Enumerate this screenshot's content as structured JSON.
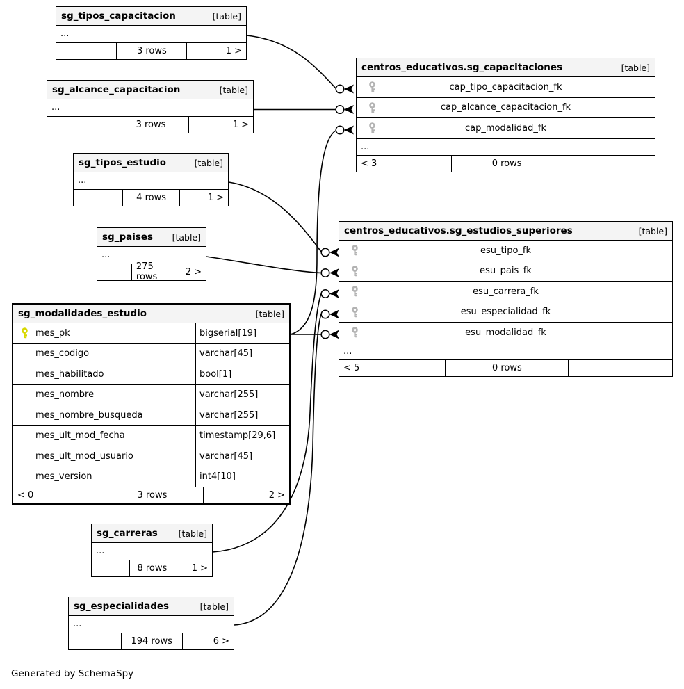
{
  "footer_note": "Generated by SchemaSpy",
  "badge_label": "[table]",
  "colors": {
    "header_bg": "#f4f4f4",
    "border": "#000000",
    "pk_key": "#d8d800",
    "fk_key": "#b3b3b3"
  },
  "tables": {
    "sg_tipos_capacitacion": {
      "title": "sg_tipos_capacitacion",
      "ellipsis": "...",
      "footer": {
        "left": "",
        "center": "3 rows",
        "right": "1 >"
      }
    },
    "sg_alcance_capacitacion": {
      "title": "sg_alcance_capacitacion",
      "ellipsis": "...",
      "footer": {
        "left": "",
        "center": "3 rows",
        "right": "1 >"
      }
    },
    "sg_tipos_estudio": {
      "title": "sg_tipos_estudio",
      "ellipsis": "...",
      "footer": {
        "left": "",
        "center": "4 rows",
        "right": "1 >"
      }
    },
    "sg_paises": {
      "title": "sg_paises",
      "ellipsis": "...",
      "footer": {
        "left": "",
        "center": "275 rows",
        "right": "2 >"
      }
    },
    "sg_modalidades_estudio": {
      "title": "sg_modalidades_estudio",
      "columns": [
        {
          "name": "mes_pk",
          "type": "bigserial[19]",
          "key": "pk"
        },
        {
          "name": "mes_codigo",
          "type": "varchar[45]"
        },
        {
          "name": "mes_habilitado",
          "type": "bool[1]"
        },
        {
          "name": "mes_nombre",
          "type": "varchar[255]"
        },
        {
          "name": "mes_nombre_busqueda",
          "type": "varchar[255]"
        },
        {
          "name": "mes_ult_mod_fecha",
          "type": "timestamp[29,6]"
        },
        {
          "name": "mes_ult_mod_usuario",
          "type": "varchar[45]"
        },
        {
          "name": "mes_version",
          "type": "int4[10]"
        }
      ],
      "footer": {
        "left": "< 0",
        "center": "3 rows",
        "right": "2 >"
      }
    },
    "sg_carreras": {
      "title": "sg_carreras",
      "ellipsis": "...",
      "footer": {
        "left": "",
        "center": "8 rows",
        "right": "1 >"
      }
    },
    "sg_especialidades": {
      "title": "sg_especialidades",
      "ellipsis": "...",
      "footer": {
        "left": "",
        "center": "194 rows",
        "right": "6 >"
      }
    },
    "sg_capacitaciones": {
      "title": "centros_educativos.sg_capacitaciones",
      "columns": [
        {
          "name": "cap_tipo_capacitacion_fk",
          "key": "fk"
        },
        {
          "name": "cap_alcance_capacitacion_fk",
          "key": "fk"
        },
        {
          "name": "cap_modalidad_fk",
          "key": "fk"
        }
      ],
      "ellipsis": "...",
      "footer": {
        "left": "< 3",
        "center": "0 rows",
        "right": ""
      }
    },
    "sg_estudios_superiores": {
      "title": "centros_educativos.sg_estudios_superiores",
      "columns": [
        {
          "name": "esu_tipo_fk",
          "key": "fk"
        },
        {
          "name": "esu_pais_fk",
          "key": "fk"
        },
        {
          "name": "esu_carrera_fk",
          "key": "fk"
        },
        {
          "name": "esu_especialidad_fk",
          "key": "fk"
        },
        {
          "name": "esu_modalidad_fk",
          "key": "fk"
        }
      ],
      "ellipsis": "...",
      "footer": {
        "left": "< 5",
        "center": "0 rows",
        "right": ""
      }
    }
  },
  "relationships": [
    {
      "from": "sg_tipos_capacitacion",
      "to": "sg_capacitaciones.cap_tipo_capacitacion_fk"
    },
    {
      "from": "sg_alcance_capacitacion",
      "to": "sg_capacitaciones.cap_alcance_capacitacion_fk"
    },
    {
      "from": "sg_modalidades_estudio.mes_pk",
      "to": "sg_capacitaciones.cap_modalidad_fk"
    },
    {
      "from": "sg_tipos_estudio",
      "to": "sg_estudios_superiores.esu_tipo_fk"
    },
    {
      "from": "sg_paises",
      "to": "sg_estudios_superiores.esu_pais_fk"
    },
    {
      "from": "sg_carreras",
      "to": "sg_estudios_superiores.esu_carrera_fk"
    },
    {
      "from": "sg_especialidades",
      "to": "sg_estudios_superiores.esu_especialidad_fk"
    },
    {
      "from": "sg_modalidades_estudio.mes_pk",
      "to": "sg_estudios_superiores.esu_modalidad_fk"
    }
  ]
}
